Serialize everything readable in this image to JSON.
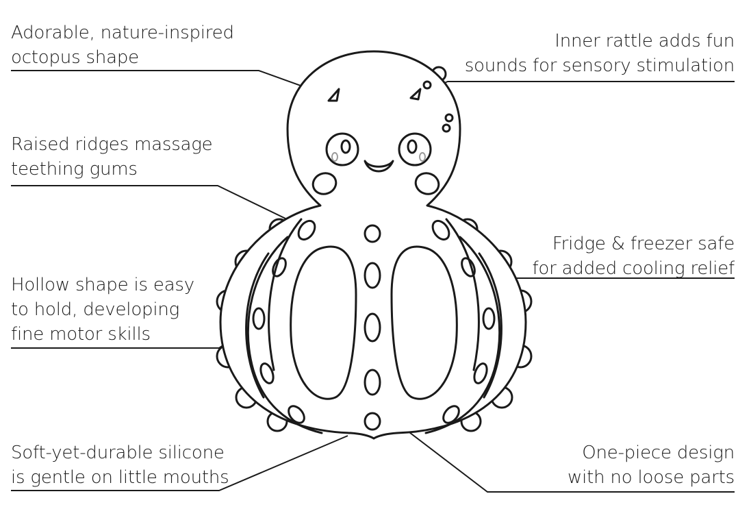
{
  "callouts": {
    "shape": [
      "Adorable, nature-inspired",
      "octopus shape"
    ],
    "ridges": [
      "Raised ridges massage",
      "teething gums"
    ],
    "hollow": [
      "Hollow shape is easy",
      "to hold, developing",
      "fine motor skills"
    ],
    "silicone": [
      "Soft-yet-durable silicone",
      "is gentle on little mouths"
    ],
    "rattle": [
      "Inner rattle adds fun",
      "sounds for sensory stimulation"
    ],
    "fridge": [
      "Fridge & freezer safe",
      "for added cooling relief"
    ],
    "onepiece": [
      "One-piece design",
      "with no loose parts"
    ]
  }
}
